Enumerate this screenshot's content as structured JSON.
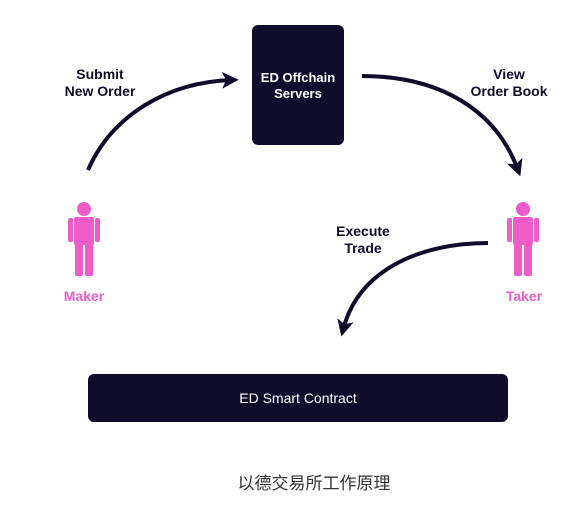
{
  "colors": {
    "navy": "#0f0c2c",
    "pink": "#ee5cc9",
    "background": "#ffffff"
  },
  "nodes": {
    "server": {
      "line1": "ED Offchain",
      "line2": "Servers"
    },
    "contract": {
      "label": "ED Smart Contract"
    },
    "maker": {
      "label": "Maker"
    },
    "taker": {
      "label": "Taker"
    }
  },
  "edges": {
    "submit": {
      "line1": "Submit",
      "line2": "New Order"
    },
    "view": {
      "line1": "View",
      "line2": "Order Book"
    },
    "execute": {
      "line1": "Execute",
      "line2": "Trade"
    }
  },
  "caption": "以德交易所工作原理"
}
